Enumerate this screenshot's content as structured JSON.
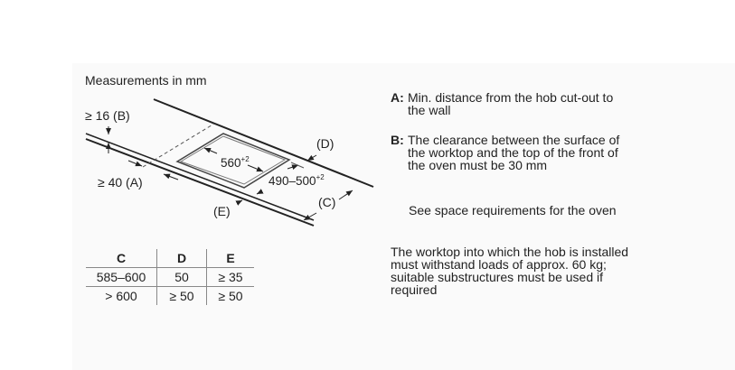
{
  "title": "Measurements in mm",
  "diagram": {
    "label_b": "≥ 16 (B)",
    "label_a": "≥ 40 (A)",
    "width_label": "560",
    "width_tol": "+2",
    "depth_label": "490–500",
    "depth_tol": "+2",
    "label_d": "(D)",
    "label_c": "(C)",
    "label_e": "(E)"
  },
  "table": {
    "headers": [
      "C",
      "D",
      "E"
    ],
    "rows": [
      [
        "585–600",
        "50",
        "≥ 35"
      ],
      [
        "> 600",
        "≥ 50",
        "≥ 50"
      ]
    ]
  },
  "notes": {
    "a_key": "A:",
    "a_text": [
      "Min. distance from the hob cut-out to",
      "the wall"
    ],
    "b_key": "B:",
    "b_text": [
      "The clearance between the surface of",
      "the worktop and the top of the front of",
      "the oven must be 30 mm"
    ],
    "oven_ref": "See space requirements for the oven",
    "load": [
      "The worktop into which the hob is installed",
      "must withstand loads of approx. 60 kg;",
      "suitable substructures must be used if",
      "required"
    ]
  }
}
